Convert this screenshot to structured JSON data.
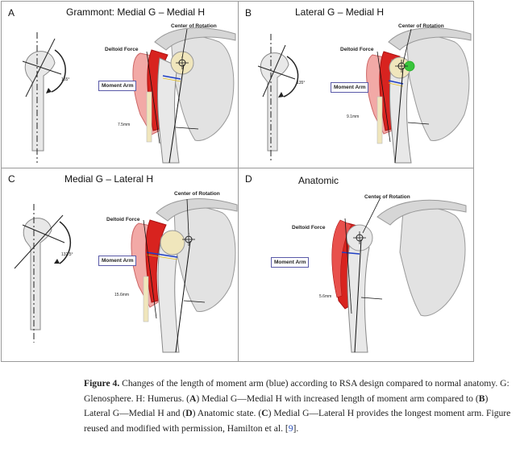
{
  "panels": [
    {
      "id": "A",
      "letter": "A",
      "title": "Grammont: Medial G – Medial H",
      "angle": "155°",
      "center": "Center of Rotation",
      "deltoid": "Deltoid Force",
      "moment": "Moment Arm",
      "measure": "7.5mm"
    },
    {
      "id": "B",
      "letter": "B",
      "title": "Lateral G – Medial H",
      "angle": "135°",
      "center": "Center of Rotation",
      "deltoid": "Deltoid Force",
      "moment": "Moment Arm",
      "measure": "9.1mm"
    },
    {
      "id": "C",
      "letter": "C",
      "title": "Medial G – Lateral H",
      "angle": "132.5°",
      "center": "Center of Rotation",
      "deltoid": "Deltoid Force",
      "moment": "Moment Arm",
      "measure": "15.6mm"
    },
    {
      "id": "D",
      "letter": "D",
      "title": "Anatomic",
      "angle": "",
      "center": "Center of Rotation",
      "deltoid": "Deltoid Force",
      "moment": "Moment Arm",
      "measure": "5.6mm"
    }
  ],
  "caption": {
    "label": "Figure 4.",
    "text1": " Changes of the length of moment arm (blue) according to RSA design compared to normal anatomy. G: Glenosphere. H: Humerus. (",
    "A": "A",
    "text2": ") Medial G—Medial H with increased length of moment arm compared to (",
    "B": "B",
    "text3": ") Lateral G—Medial H and (",
    "D": "D",
    "text4": ") Anatomic state. (",
    "C": "C",
    "text5": ") Medial G—Lateral H provides the longest moment arm. Figure reused and modified with permission, Hamilton et al. [",
    "ref": "9",
    "text6": "]."
  },
  "colors": {
    "muscle": "#d8231f",
    "muscle_light": "#f2a9a6",
    "bone": "#e4e4e4",
    "bone_stroke": "#8a8a8a",
    "implant": "#f0e6bc",
    "moment_line": "#1f3fc4",
    "glenosphere_green": "#39c43c"
  }
}
